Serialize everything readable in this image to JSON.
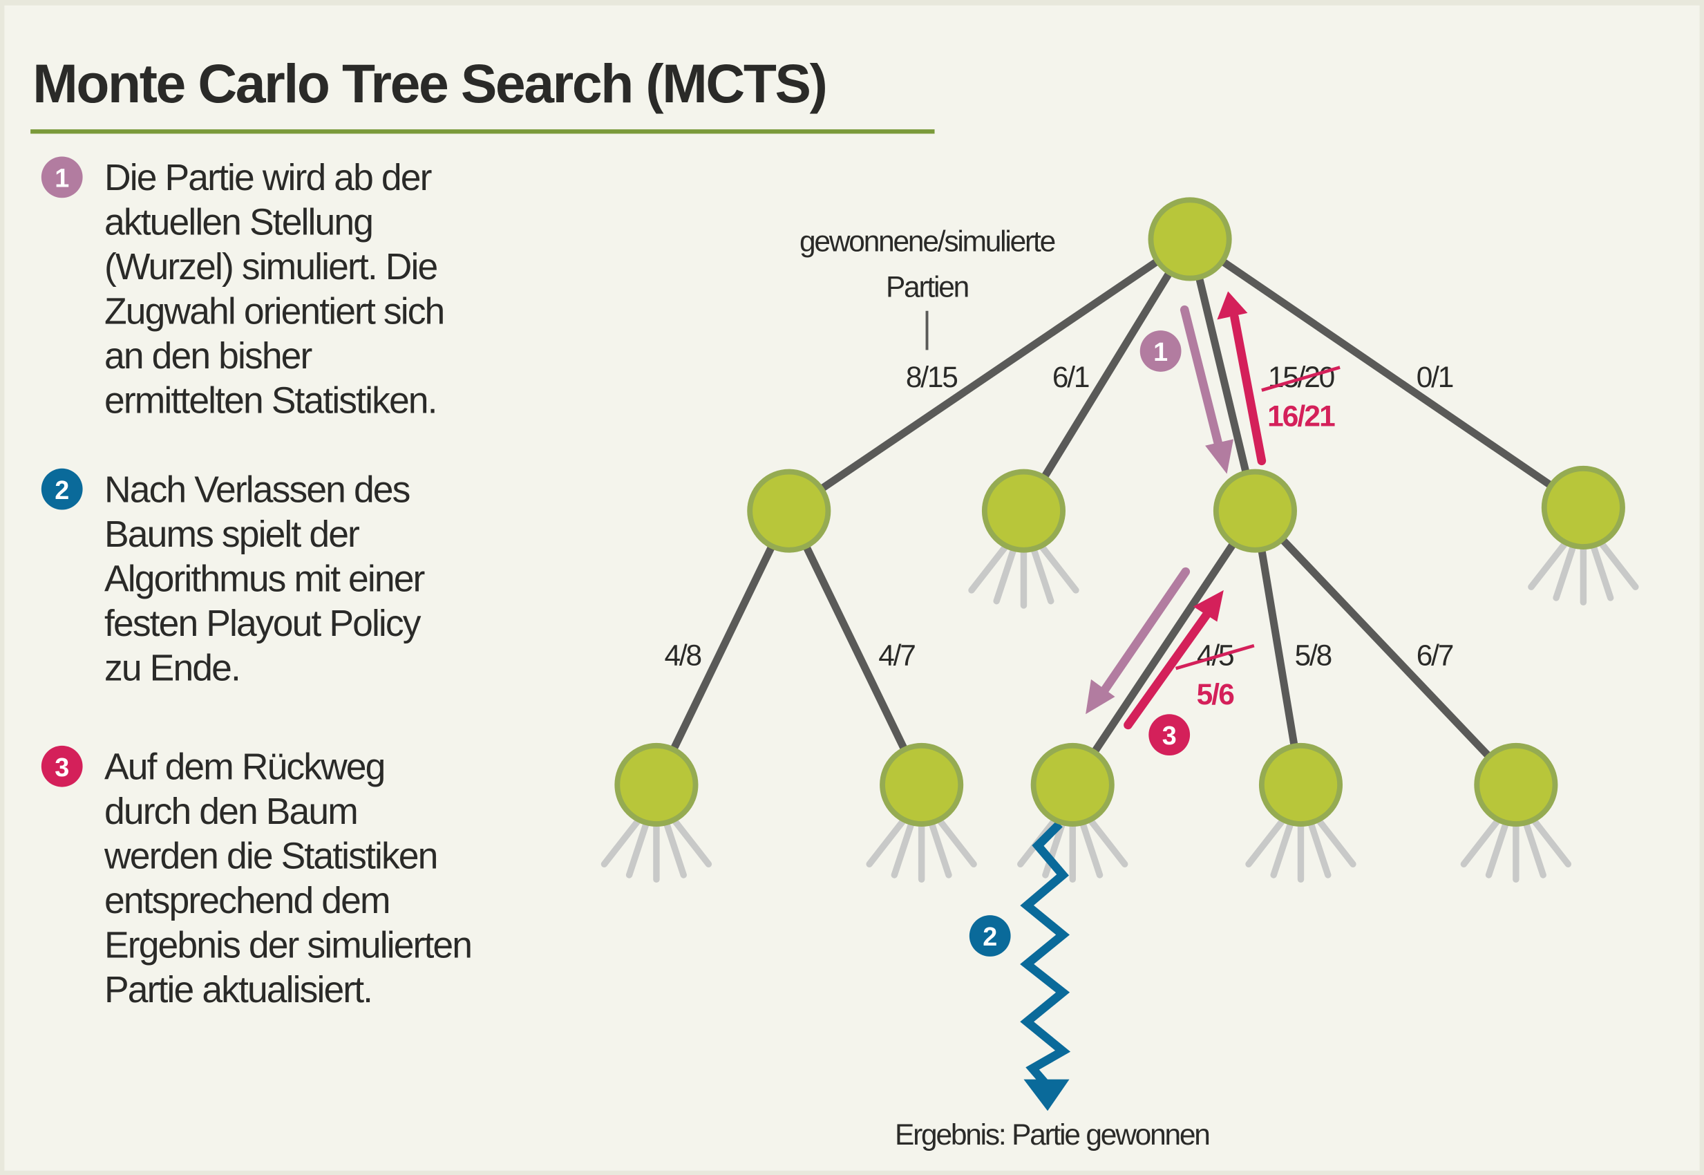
{
  "title": "Monte Carlo Tree Search (MCTS)",
  "colors": {
    "background": "#f4f4ec",
    "node_fill": "#b8c63a",
    "node_stroke": "#95ab52",
    "edge": "#5a5a58",
    "rollout_fan": "#c8c9c8",
    "selection": "#b27ca0",
    "simulation": "#0a6a9a",
    "backprop": "#d4205a",
    "title_rule": "#7a9a3a"
  },
  "steps": [
    {
      "number": "1",
      "lines": [
        "Die Partie wird ab der",
        "aktuellen Stellung",
        "(Wurzel) simuliert. Die",
        "Zugwahl orientiert sich",
        "an den bisher",
        "ermittelten Statistiken."
      ]
    },
    {
      "number": "2",
      "lines": [
        "Nach Verlassen des",
        "Baums spielt der",
        "Algorithmus mit einer",
        "festen Playout Policy",
        "zu Ende."
      ]
    },
    {
      "number": "3",
      "lines": [
        "Auf dem Rückweg",
        "durch den Baum",
        "werden die Statistiken",
        "entsprechend dem",
        "Ergebnis der simulierten",
        "Partie aktualisiert."
      ]
    }
  ],
  "annotation": {
    "line1": "gewonnene/simulierte",
    "line2": "Partien"
  },
  "edges_level1": [
    {
      "label": "8/15"
    },
    {
      "label": "6/1"
    },
    {
      "label": "15/20",
      "struck": true,
      "updated": "16/21"
    },
    {
      "label": "0/1"
    }
  ],
  "edges_level2": [
    {
      "label": "4/8"
    },
    {
      "label": "4/7"
    },
    {
      "label": "4/5",
      "struck": true,
      "updated": "5/6"
    },
    {
      "label": "5/8"
    },
    {
      "label": "6/7"
    }
  ],
  "result_label": "Ergebnis: Partie gewonnen"
}
